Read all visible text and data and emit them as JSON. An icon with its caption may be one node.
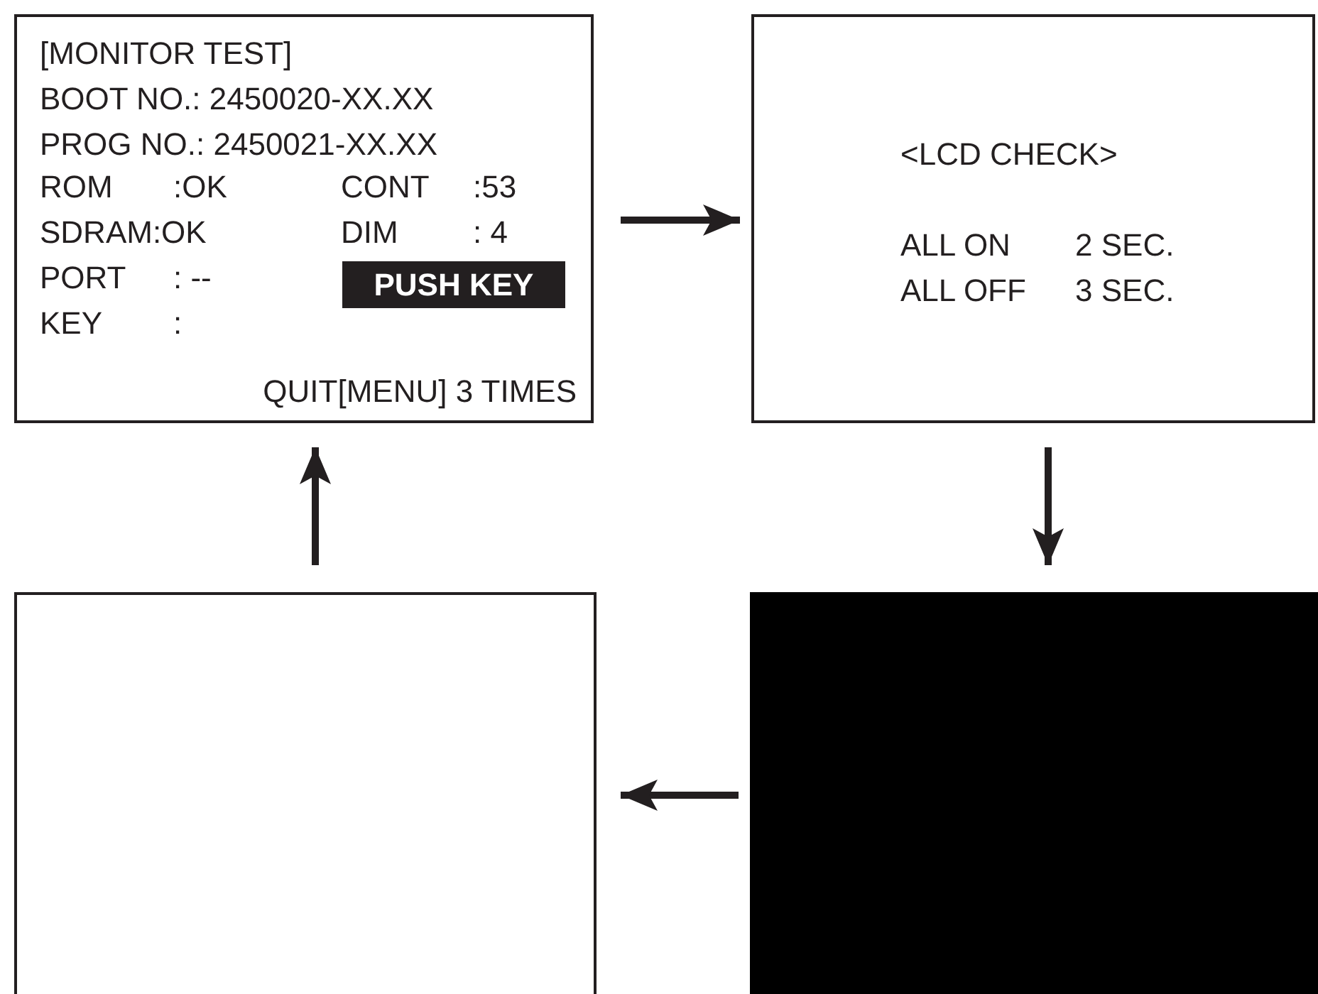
{
  "diagram": {
    "nodes": [
      {
        "text": [
          "[MONITOR TEST]",
          "BOOT NO.: 2450020-XX.XX",
          "PROG NO.: 2450021-XX.XX",
          "ROM",
          ":OK",
          "CONT",
          ":53",
          "SDRAM:OK",
          "DIM",
          ": 4",
          "PORT",
          ": --",
          "KEY",
          ":",
          "QUIT[MENU] 3 TIMES"
        ]
      },
      {
        "text": [
          "PUSH KEY"
        ],
        "in": 0
      },
      {
        "text": [
          "<LCD CHECK>",
          "ALL ON",
          "2 SEC.",
          "ALL OFF",
          "3 SEC."
        ]
      },
      {
        "text": [],
        "shape": "box"
      },
      {
        "text": [],
        "shape": "box"
      }
    ],
    "edges": [
      {
        "from": 0,
        "to": 2,
        "arrow": "to"
      },
      {
        "from": 2,
        "to": 4,
        "arrow": "to"
      },
      {
        "from": 4,
        "to": 3,
        "arrow": "to"
      },
      {
        "from": 3,
        "to": 0,
        "arrow": "to"
      }
    ]
  }
}
